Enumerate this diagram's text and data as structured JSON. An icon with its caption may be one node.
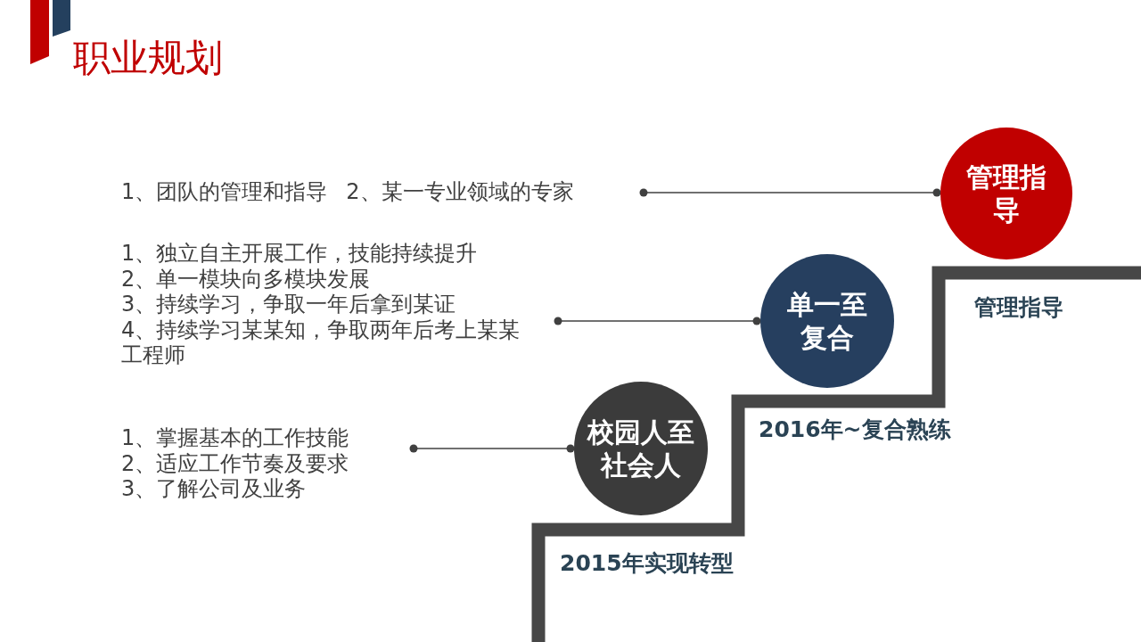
{
  "diagram": {
    "title": "职业规划",
    "nodes": [
      {
        "text": [
          "1、团队的管理和指导",
          "2、某一专业领域的专家"
        ]
      },
      {
        "text": [
          "管理指导"
        ]
      },
      {
        "text": [
          "1、独立自主开展工作，技能持续提升",
          "2、单一模块向多模块发展",
          "3、持续学习，争取一年后拿到某证",
          "4、持续学习某某知，争取两年后考上某某工程师"
        ]
      },
      {
        "text": [
          "单一至复合"
        ]
      },
      {
        "text": [
          "1、掌握基本的工作技能",
          "2、适应工作节奏及要求",
          "3、了解公司及业务"
        ]
      },
      {
        "text": [
          "校园人至社会人"
        ]
      }
    ],
    "edges": [
      {
        "from": 0,
        "to": 1,
        "arrow": "other"
      },
      {
        "from": 2,
        "to": 3,
        "arrow": "other"
      },
      {
        "from": 4,
        "to": 5,
        "arrow": "other"
      }
    ],
    "labels": [
      "管理指导",
      "2016年~复合熟练",
      "2015年实现转型"
    ]
  }
}
